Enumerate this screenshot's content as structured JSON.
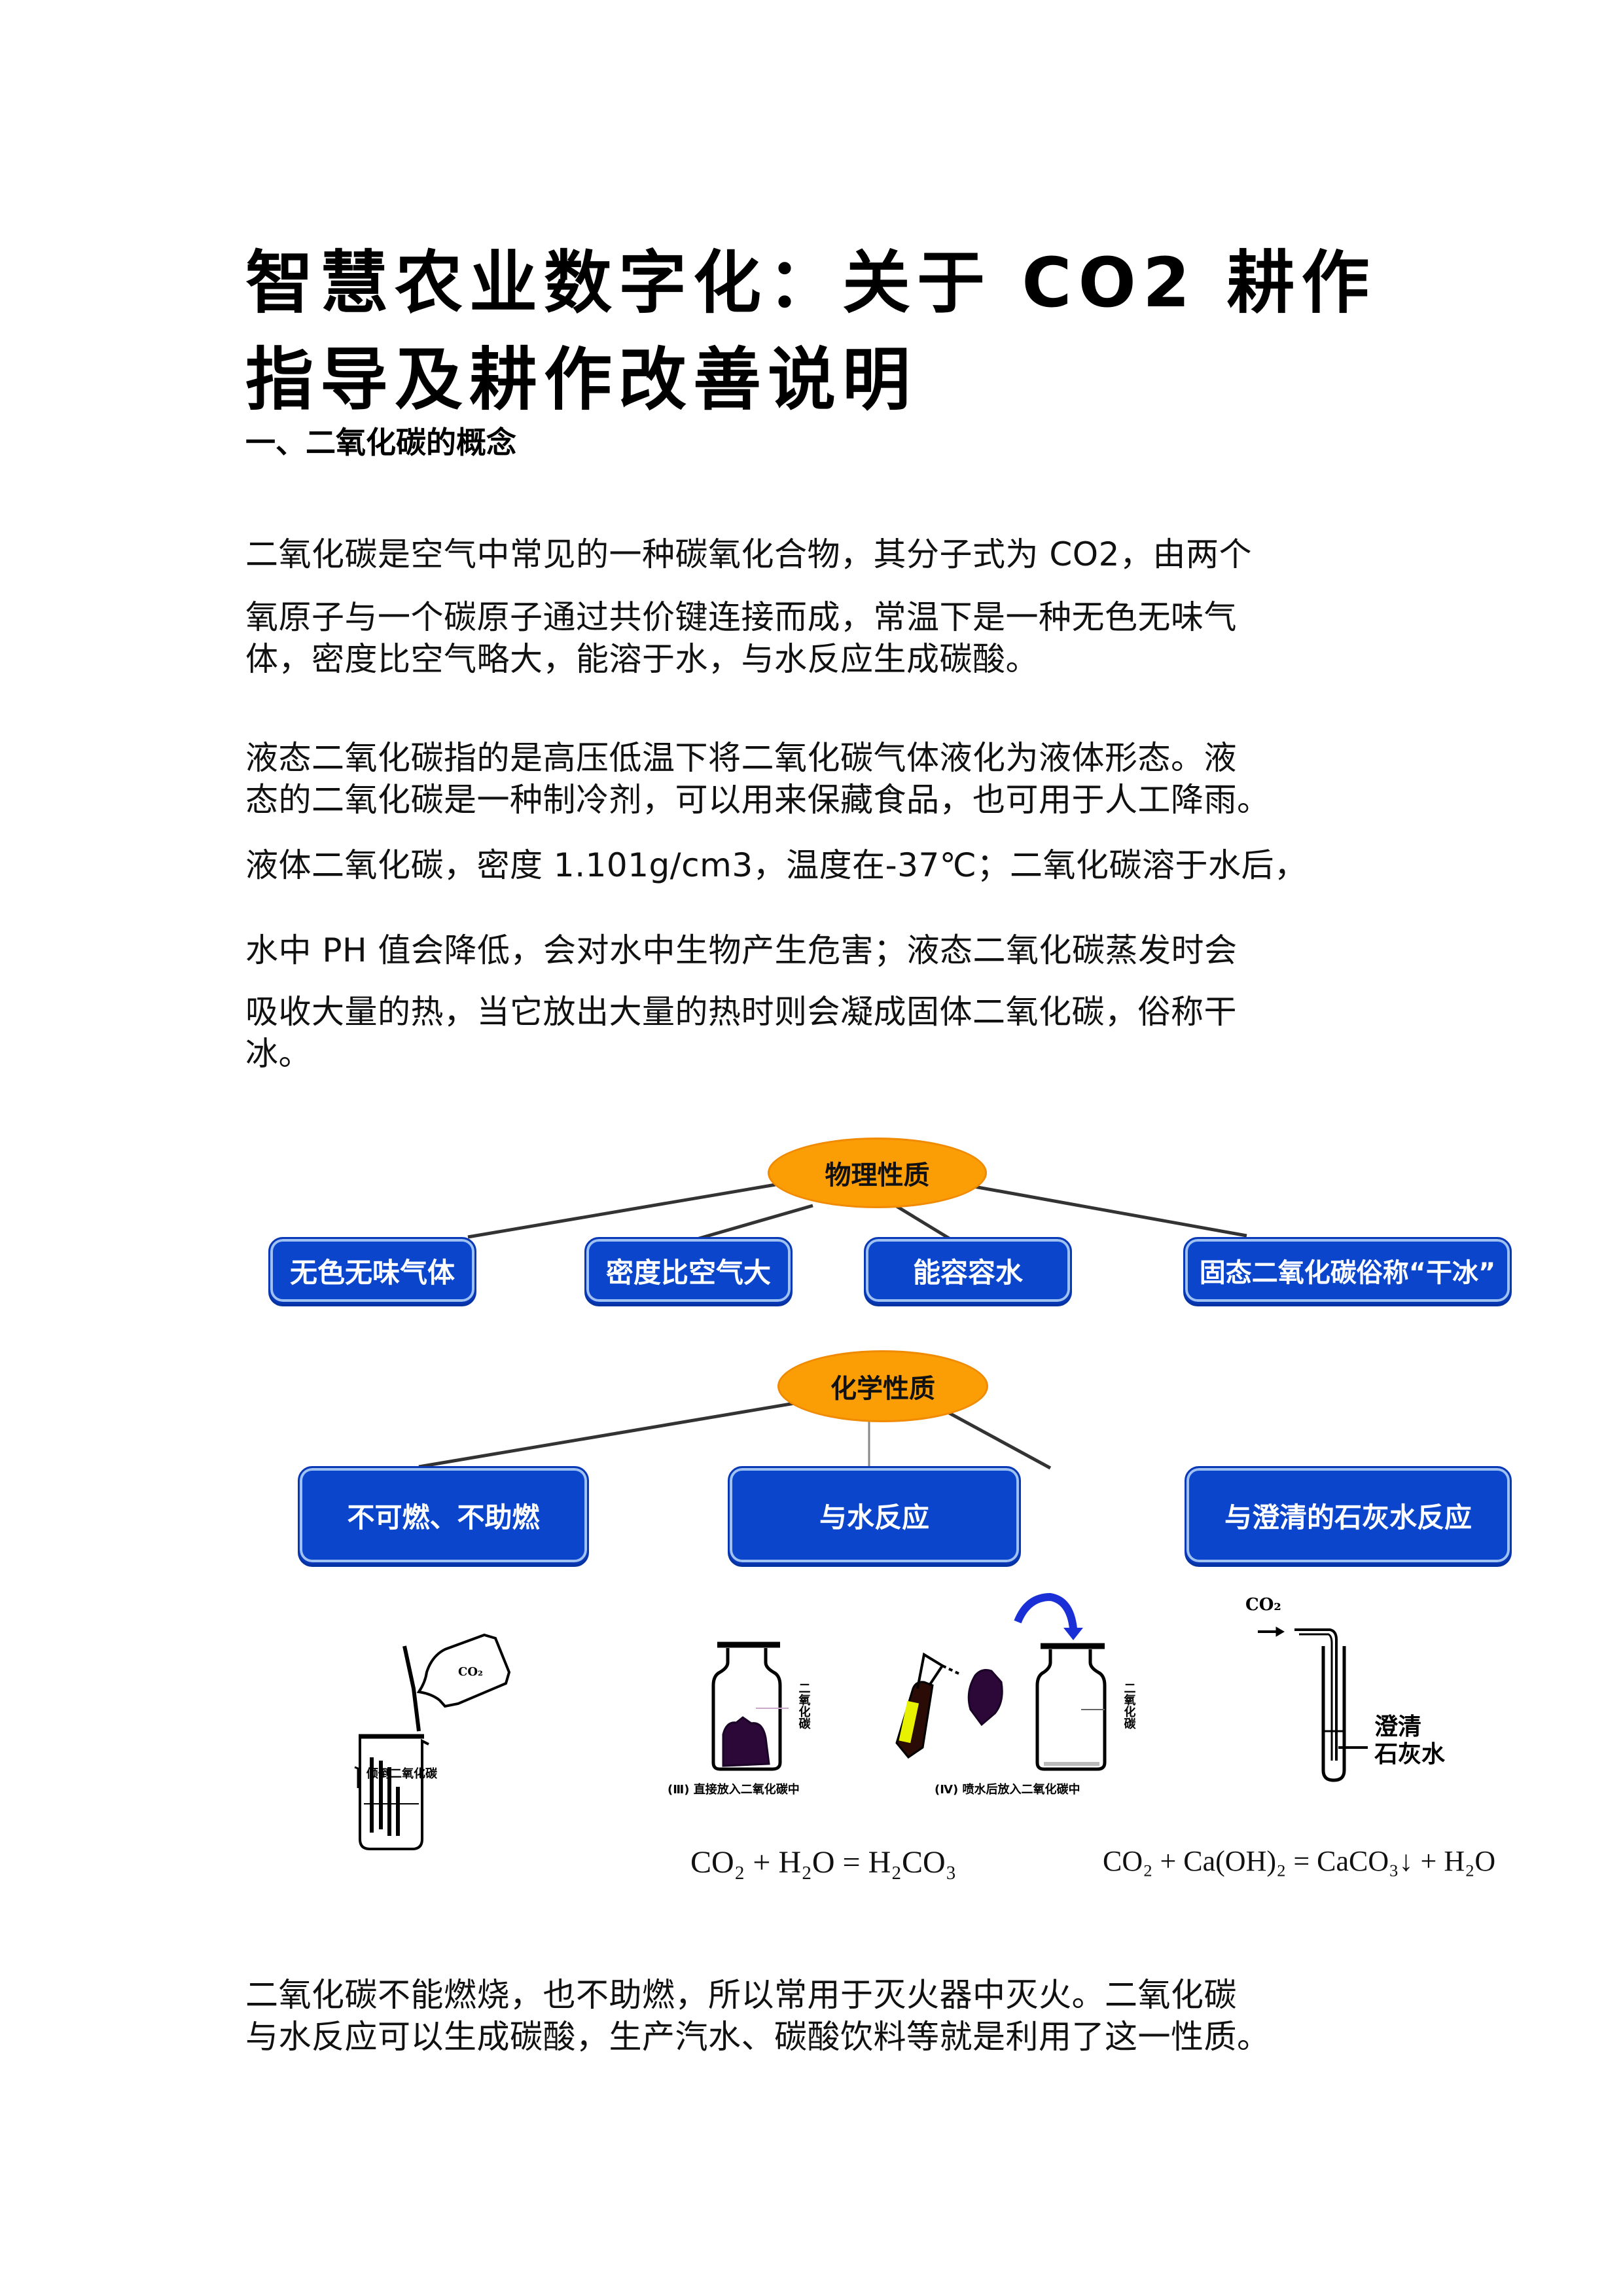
{
  "title": {
    "line1": "智慧农业数字化：关于 CO2 耕作",
    "line2": "指导及耕作改善说明"
  },
  "section1": {
    "heading": "一、二氧化碳的概念",
    "paragraph1": [
      "二氧化碳是空气中常见的一种碳氧化合物，其分子式为 CO2，由两个",
      "氧原子与一个碳原子通过共价键连接而成，常温下是一种无色无味气",
      "体，密度比空气略大，能溶于水，与水反应生成碳酸。"
    ],
    "paragraph2": [
      "液态二氧化碳指的是高压低温下将二氧化碳气体液化为液体形态。液",
      "态的二氧化碳是一种制冷剂，可以用来保藏食品，也可用于人工降雨。",
      "液体二氧化碳，密度 1.101g/cm3，温度在-37℃；二氧化碳溶于水后，",
      "水中 PH 值会降低，会对水中生物产生危害；液态二氧化碳蒸发时会",
      "吸收大量的热，当它放出大量的热时则会凝成固体二氧化碳，俗称干",
      "冰。"
    ]
  },
  "diagram": {
    "physical": {
      "label": "物理性质",
      "items": [
        "无色无味气体",
        "密度比空气大",
        "能容容水",
        "固态二氧化碳俗称“干冰”"
      ]
    },
    "chemical": {
      "label": "化学性质",
      "items": [
        "不可燃、不助燃",
        "与水反应",
        "与澄清的石灰水反应"
      ]
    },
    "illustrations": {
      "beaker_label": "CO₂",
      "caption1": "倾倒二氧化碳",
      "jar_label": "二氧化碳",
      "caption2": "(Ⅲ) 直接放入二氧化碳中",
      "caption3": "(Ⅳ) 喷水后放入二氧化碳中",
      "tube_gas_label": "CO₂",
      "tube_liquid_label_1": "澄清",
      "tube_liquid_label_2": "石灰水"
    },
    "equations": {
      "eq1": "CO₂ + H₂O = H₂CO₃",
      "eq2": "CO₂ + Ca(OH)₂ = CaCO₃↓ + H₂O"
    },
    "colors": {
      "box_blue": "#0a45cc",
      "ellipse_orange": "#fb9e06",
      "arrow_blue": "#1a2fd6"
    }
  },
  "closing_paragraph": [
    "二氧化碳不能燃烧，也不助燃，所以常用于灭火器中灭火。二氧化碳",
    "与水反应可以生成碳酸，生产汽水、碳酸饮料等就是利用了这一性质。"
  ]
}
